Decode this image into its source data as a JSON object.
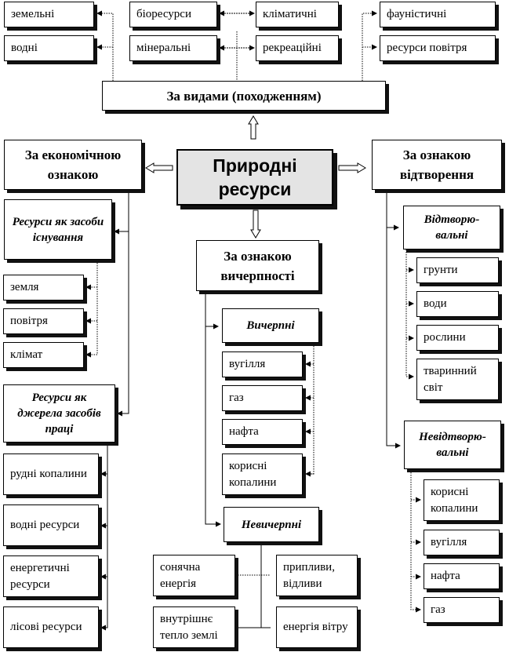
{
  "center": "Природні ресурси",
  "by_type": {
    "title": "За видами (походженням)",
    "items": [
      "земельні",
      "водні",
      "біоресурси",
      "мінеральні",
      "кліматичні",
      "рекреаційні",
      "фауністичні",
      "ресурси повітря"
    ]
  },
  "economic": {
    "title": "За економічною ознакою",
    "group1": {
      "title": "Ресурси як засоби існування",
      "items": [
        "земля",
        "повітря",
        "клімат"
      ]
    },
    "group2": {
      "title": "Ресурси як джерела засобів праці",
      "items": [
        "рудні копалини",
        "водні ресурси",
        "енергетичні ресурси",
        "лісові ресурси"
      ]
    }
  },
  "exhaustibility": {
    "title": "За ознакою вичерпності",
    "exhaustible": {
      "title": "Вичерпні",
      "items": [
        "вугілля",
        "газ",
        "нафта",
        "корисні копалини"
      ]
    },
    "inexhaustible": {
      "title": "Невичерпні",
      "items": [
        "сонячна енергія",
        "припливи, відливи",
        "внутрішнє тепло землі",
        "енергія вітру"
      ]
    }
  },
  "renewal": {
    "title": "За ознакою відтворення",
    "renewable": {
      "title": "Відтворю-вальні",
      "items": [
        "грунти",
        "води",
        "рослини",
        "тваринний світ"
      ]
    },
    "nonrenewable": {
      "title": "Невідтворю-вальні",
      "items": [
        "корисні копалини",
        "вугілля",
        "нафта",
        "газ"
      ]
    }
  }
}
